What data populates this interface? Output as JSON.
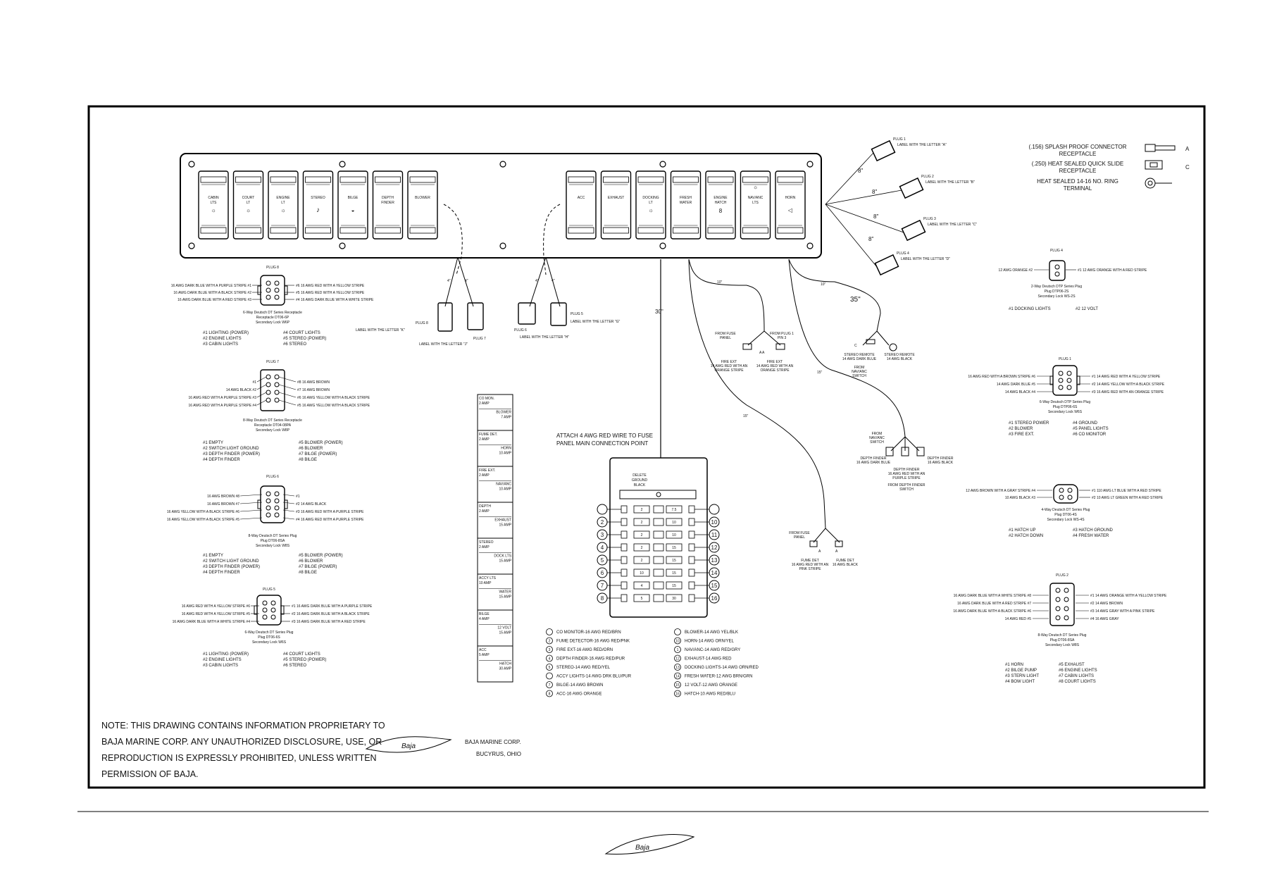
{
  "switch_panel": {
    "left_switches": [
      {
        "label": "CABIN\nLTS"
      },
      {
        "label": "COURT\nLT"
      },
      {
        "label": "ENGINE\nLT"
      },
      {
        "label": "STEREO"
      },
      {
        "label": "BILGE"
      },
      {
        "label": "DEPTH\nFINDER"
      },
      {
        "label": "BLOWER"
      }
    ],
    "right_switches": [
      {
        "label": "ACC"
      },
      {
        "label": "EXHAUST"
      },
      {
        "label": "DOCKING\nLT"
      },
      {
        "label": "FRESH\nWATER"
      },
      {
        "label": "ENGINE\nHATCH"
      },
      {
        "label": "NAV/ANC\nLTS"
      },
      {
        "label": "HORN"
      }
    ]
  },
  "connector_legend": [
    {
      "text": "(.156) SPLASH PROOF CONNECTOR\nRECEPTACLE",
      "tag": "A"
    },
    {
      "text": "(.250) HEAT SEALED QUICK SLIDE\nRECEPTACLE",
      "tag": "C"
    },
    {
      "text": "HEAT SEALED 14-16 NO. RING\nTERMINAL",
      "tag": ""
    }
  ],
  "horn_plugs": [
    {
      "name": "PLUG 1",
      "label": "LABEL WITH THE LETTER \"A\"",
      "len": "8\""
    },
    {
      "name": "PLUG 2",
      "label": "LABEL WITH THE LETTER \"B\"",
      "len": "8\""
    },
    {
      "name": "PLUG 3",
      "label": "LABEL WITH THE LETTER \"C\"",
      "len": "8\""
    },
    {
      "name": "PLUG 4",
      "label": "LABEL WITH THE LETTER \"D\"",
      "len": "8\""
    }
  ],
  "center_plugs": {
    "plug8": {
      "name": "PLUG 8",
      "label": "LABEL WITH THE LETTER \"K\""
    },
    "plug7": {
      "name": "PLUG 7",
      "label": "LABEL WITH THE LETTER \"J\""
    },
    "plug6": {
      "name": "PLUG 6",
      "label": "LABEL WITH THE LETTER \"H\""
    },
    "plug5": {
      "name": "PLUG 5",
      "label": "LABEL WITH THE LETTER \"G\""
    },
    "len": "4\""
  },
  "wire_lengths": {
    "main": "30\"",
    "a": "10\"",
    "b": "10\"",
    "c": "35\"",
    "d": "15\"",
    "e": "15\""
  },
  "plug8": {
    "title": "PLUG 8",
    "left": [
      "16 AWG DARK BLUE WITH A PURPLE STRIPE #1",
      "16 AWG DARK BLUE WITH A BLACK STRIPE #2",
      "16 AWG DARK BLUE WITH A RED STRIPE #3"
    ],
    "right": [
      "#6 16 AWG RED WITH A YELLOW STRIPE",
      "#5 16 AWG RED WITH A YELLOW STRIPE",
      "#4 16 AWG DARK BLUE WITH A WHITE STRIPE"
    ],
    "spec": [
      "6-Way Deutsch DT Series Receptacle",
      "Receptacle DT06-6P",
      "Secondary Lock W6P"
    ],
    "pins_left": [
      "#1 LIGHTING (POWER)",
      "#2 ENGINE LIGHTS",
      "#3 CABIN LIGHTS"
    ],
    "pins_right": [
      "#4 COURT LIGHTS",
      "#5 STEREO (POWER)",
      "#6 STEREO"
    ]
  },
  "plug7": {
    "title": "PLUG 7",
    "left": [
      "#1",
      "14 AWG BLACK #2",
      "16 AWG RED WITH A PURPLE STRIPE #3",
      "16 AWG RED WITH A PURPLE STRIPE #4"
    ],
    "right": [
      "#8 16 AWG BROWN",
      "#7 16 AWG BROWN",
      "#6 16 AWG YELLOW WITH A BLACK STRIPE",
      "#5 16 AWG YELLOW WITH A BLACK STRIPE"
    ],
    "spec": [
      "8-Way Deutsch DT Series Receptacle",
      "Receptacle DT04-08PA",
      "Secondary Lock W8P"
    ],
    "pins_left": [
      "#1 EMPTY",
      "#2 SWITCH LIGHT GROUND",
      "#3 DEPTH FINDER (POWER)",
      "#4 DEPTH FINDER"
    ],
    "pins_right": [
      "#5 BLOWER (POWER)",
      "#6 BLOWER",
      "#7 BILGE (POWER)",
      "#8 BILGE"
    ]
  },
  "plug6": {
    "title": "PLUG 6",
    "left": [
      "16 AWG BROWN #8",
      "16 AWG BROWN #7",
      "16 AWG YELLOW WITH A BLACK STRIPE #6",
      "16 AWG YELLOW WITH A BLACK STRIPE #5"
    ],
    "right": [
      "#1",
      "#2 14 AWG BLACK",
      "#3 16 AWG RED WITH A PURPLE STRIPE",
      "#4 16 AWG RED WITH A PURPLE STRIPE"
    ],
    "spec": [
      "8-Way Deutsch DT Series Plug",
      "Plug DT06-8SA",
      "Secondary Lock W8S"
    ],
    "pins_left": [
      "#1 EMPTY",
      "#2 SWITCH LIGHT GROUND",
      "#3 DEPTH FINDER (POWER)",
      "#4 DEPTH FINDER"
    ],
    "pins_right": [
      "#5 BLOWER (POWER)",
      "#6 BLOWER",
      "#7 BILGE (POWER)",
      "#8 BILGE"
    ]
  },
  "plug5": {
    "title": "PLUG 5",
    "left": [
      "16 AWG RED WITH A YELLOW STRIPE #6",
      "16 AWG RED WITH A YELLOW STRIPE #5",
      "16 AWG DARK BLUE WITH A WHITE STRIPE #4"
    ],
    "right": [
      "#1 16 AWG DARK BLUE WITH A PURPLE STRIPE",
      "#2 16 AWG DARK BLUE WITH A BLACK STRIPE",
      "#3 16 AWG DARK BLUE WITH A RED STRIPE"
    ],
    "spec": [
      "6-Way Deutsch DT Series Plug",
      "Plug DT06-6S",
      "Secondary Lock W6S"
    ],
    "pins_left": [
      "#1 LIGHTING (POWER)",
      "#2 ENGINE LIGHTS",
      "#3 CABIN LIGHTS"
    ],
    "pins_right": [
      "#4 COURT LIGHTS",
      "#5 STEREO (POWER)",
      "#6 STEREO"
    ]
  },
  "plug4": {
    "title": "PLUG 4",
    "left": "12 AWG ORANGE #2",
    "right": "#1 12 AWG ORANGE WITH A RED STRIPE",
    "spec": [
      "2-Way Deutsch DTP Series Plug",
      "Plug DTP06-2S",
      "Secondary Lock WS-2S"
    ],
    "pins": [
      "#1 DOCKING LIGHTS",
      "#2 12 VOLT"
    ]
  },
  "plug1": {
    "title": "PLUG 1",
    "left": [
      "16 AWG RED WITH A BROWN STRIPE #6",
      "14 AWG DARK BLUE #5",
      "14 AWG BLACK #4"
    ],
    "right": [
      "#1 14 AWG RED WITH A YELLOW STRIPE",
      "#2 14 AWG YELLOW WITH A BLACK STRIPE",
      "#3 16 AWG RED WITH AN ORANGE STRIPE"
    ],
    "spec": [
      "6-Way Deutsch DTP Series Plug",
      "Plug DTP06-6S",
      "Secondary Lock W6S"
    ],
    "pins_left": [
      "#1 STEREO POWER",
      "#2 BLOWER",
      "#3 FIRE EXT."
    ],
    "pins_right": [
      "#4 GROUND",
      "#5 PANEL LIGHTS",
      "#6 CO MONITOR"
    ]
  },
  "plug3": {
    "left": [
      "12 AWG BROWN WITH A GRAY STRIPE #4",
      "10 AWG BLACK #3"
    ],
    "right": [
      "#1 110 AWG LT BLUE WITH A RED STRIPE",
      "#2 10 AWG LT GREEN WITH A RED STRIPE"
    ],
    "spec": [
      "4-Way Deutsch DT Series Plug",
      "Plug DT06-4S",
      "Secondary Lock WS-4S"
    ],
    "pins_left": [
      "#1 HATCH UP",
      "#2 HATCH DOWN"
    ],
    "pins_right": [
      "#3 HATCH GROUND",
      "#4 FRESH WATER"
    ]
  },
  "plug2": {
    "title": "PLUG 2",
    "left": [
      "16 AWG DARK BLUE WITH A WHITE STRIPE #8",
      "16 AWG DARK BLUE WITH A RED STRIPE #7",
      "16 AWG DARK BLUE WITH A BLACK STRIPE #6",
      "14 AWG RED #5"
    ],
    "right": [
      "#1 14 AWG ORANGE WITH A YELLOW STRIPE",
      "#2 14 AWG BROWN",
      "#3 14 AWG GRAY WITH A PINK STRIPE",
      "#4 16 AWG GRAY"
    ],
    "spec": [
      "8-Way Deutsch DT Series Plug",
      "Plug DT06-8SA",
      "Secondary Lock W8S"
    ],
    "pins_left": [
      "#1 HORN",
      "#2 BILGE PUMP",
      "#3 STERN LIGHT",
      "#4 BOW LIGHT"
    ],
    "pins_right": [
      "#5 EXHAUST",
      "#6 ENGINE LIGHTS",
      "#7 CABIN LIGHTS",
      "#8 COURT LIGHTS"
    ]
  },
  "fuse_list": [
    {
      "name": "CO MON.",
      "amp": "2 AMP"
    },
    {
      "name": "BLOWER",
      "amp": "7 AMP"
    },
    {
      "name": "FUME DET.",
      "amp": "2 AMP"
    },
    {
      "name": "HORN",
      "amp": "10 AMP"
    },
    {
      "name": "FIRE EXT.",
      "amp": "2 AMP"
    },
    {
      "name": "NAV/ANC",
      "amp": "10 AMP"
    },
    {
      "name": "DEPTH",
      "amp": "2 AMP"
    },
    {
      "name": "EXHAUST",
      "amp": "15 AMP"
    },
    {
      "name": "STEREO",
      "amp": "2 AMP"
    },
    {
      "name": "DOCK LTS",
      "amp": "15 AMP"
    },
    {
      "name": "ACCY LTS",
      "amp": "10 AMP"
    },
    {
      "name": "WATER",
      "amp": "15 AMP"
    },
    {
      "name": "BILGE",
      "amp": "4 AMP"
    },
    {
      "name": "12 VOLT",
      "amp": "15 AMP"
    },
    {
      "name": "ACC",
      "amp": "5 AMP"
    },
    {
      "name": "HATCH",
      "amp": "30 AMP"
    }
  ],
  "fuse_panel": {
    "attach_note": "ATTACH 4 AWG RED WIRE TO FUSE\nPANEL MAIN CONNECTION POINT",
    "delete_note": "DELETE\nGROUND\nBLACK",
    "left_nums": [
      "",
      "2",
      "3",
      "4",
      "5",
      "6",
      "7",
      "8"
    ],
    "right_nums": [
      "10",
      "11",
      "12",
      "13",
      "14",
      "15",
      "16"
    ],
    "fuse_vals_left": [
      "2",
      "2",
      "2",
      "2",
      "2",
      "10",
      "4",
      "5"
    ],
    "fuse_vals_right": [
      "7.5",
      "10",
      "10",
      "15",
      "15",
      "15",
      "15",
      "30"
    ]
  },
  "wire_legend_left": [
    "CO MONITOR-16 AWG RED/BRN",
    "FUME DETECTOR-16 AWG RED/PNK",
    "FIRE EXT-16 AWG RED/ORN",
    "DEPTH FINDER-16 AWG RED/PUR",
    "STEREO-14 AWG RED/YEL",
    "ACCY LIGHTS-14 AWG DRK BLU/PUR",
    "BILGE-14 AWG BROWN",
    "ACC-16 AWG ORANGE"
  ],
  "wire_legend_left_nums": [
    "",
    "2",
    "3",
    "4",
    "5",
    "",
    "7",
    "8"
  ],
  "wire_legend_right": [
    "BLOWER-14 AWG YEL/BLK",
    "HORN-14 AWG ORN/YEL",
    "NAV/ANC-14 AWG RED/GRY",
    "EXHAUST-14 AWG RED",
    "DOCKING LIGHTS-14 AWG ORN/RED",
    "FRESH WATER-12 AWG BRN/GRN",
    "12 VOLT-12 AWG ORANGE",
    "HATCH-10 AWG RED/BLU"
  ],
  "wire_legend_right_nums": [
    "",
    "10",
    "1",
    "12",
    "13",
    "14",
    "15",
    "16"
  ],
  "harness_labels": {
    "fire_ext": [
      "FROM FUSE\nPANEL",
      "FROM PLUG 1\nPIN 3",
      "FIRE EXT\n14 AWG RED WITH AN\nORANGE STRIPE",
      "FIRE EXT\n14 AWG RED WITH AN\nORANGE STRIPE"
    ],
    "stereo": [
      "STEREO REMOTE\n14 AWG DARK BLUE",
      "STEREO REMOTE\n14 AWG BLACK",
      "FROM\nNAV/ANC\nSWITCH"
    ],
    "depth": [
      "FROM\nNAV/ANC\nSWITCH",
      "DEPTH FINDER\n16 AWG DARK BLUE",
      "DEPTH FINDER\n16 AWG RED WITH AN\nPURPLE STRIPE",
      "DEPTH FINDER\n16 AWG BLACK",
      "FROM DEPTH FINDER\nSWITCH"
    ],
    "fume": [
      "FROM FUSE\nPANEL",
      "FUME DET\n16 AWG RED WITH AN\nPINK STRIPE",
      "FUME DET\n16 AWG BLACK"
    ]
  },
  "note": "NOTE: THIS DRAWING CONTAINS INFORMATION PROPRIETARY TO\nBAJA MARINE CORP. ANY UNAUTHORIZED DISCLOSURE, USE, OR\nREPRODUCTION IS EXPRESSLY PROHIBITED, UNLESS WRITTEN\nPERMISSION OF BAJA.",
  "company": [
    "BAJA MARINE CORP.",
    "BUCYRUS, OHIO"
  ],
  "logo_text": "Baja"
}
